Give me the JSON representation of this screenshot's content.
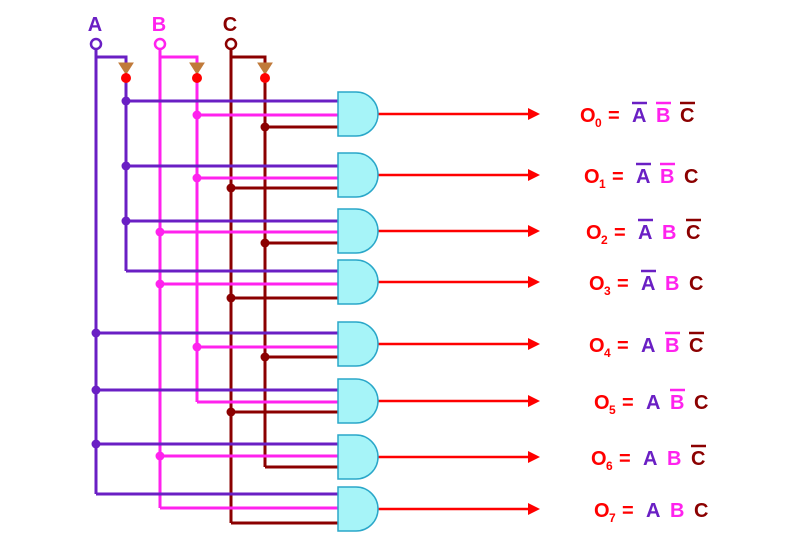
{
  "inputs": [
    {
      "name": "A",
      "color": "#6a1fc4"
    },
    {
      "name": "B",
      "color": "#ff22ee"
    },
    {
      "name": "C",
      "color": "#8b0000"
    }
  ],
  "colors": {
    "A": "#6a1fc4",
    "B": "#ff22ee",
    "C": "#8b0000",
    "output": "#ff0000",
    "gate_fill": "#a6f4f8",
    "gate_stroke": "#2aa7c9",
    "not_gate": "#c07a3a",
    "junction": "#ff0000"
  },
  "outputs": [
    {
      "name": "O",
      "index": "0",
      "eq": "=",
      "terms": [
        {
          "v": "A",
          "bar": true
        },
        {
          "v": "B",
          "bar": true
        },
        {
          "v": "C",
          "bar": true
        }
      ]
    },
    {
      "name": "O",
      "index": "1",
      "eq": "=",
      "terms": [
        {
          "v": "A",
          "bar": true
        },
        {
          "v": "B",
          "bar": true
        },
        {
          "v": "C",
          "bar": false
        }
      ]
    },
    {
      "name": "O",
      "index": "2",
      "eq": "=",
      "terms": [
        {
          "v": "A",
          "bar": true
        },
        {
          "v": "B",
          "bar": false
        },
        {
          "v": "C",
          "bar": true
        }
      ]
    },
    {
      "name": "O",
      "index": "3",
      "eq": "=",
      "terms": [
        {
          "v": "A",
          "bar": true
        },
        {
          "v": "B",
          "bar": false
        },
        {
          "v": "C",
          "bar": false
        }
      ]
    },
    {
      "name": "O",
      "index": "4",
      "eq": "=",
      "terms": [
        {
          "v": "A",
          "bar": false
        },
        {
          "v": "B",
          "bar": true
        },
        {
          "v": "C",
          "bar": true
        }
      ]
    },
    {
      "name": "O",
      "index": "5",
      "eq": "=",
      "terms": [
        {
          "v": "A",
          "bar": false
        },
        {
          "v": "B",
          "bar": true
        },
        {
          "v": "C",
          "bar": false
        }
      ]
    },
    {
      "name": "O",
      "index": "6",
      "eq": "=",
      "terms": [
        {
          "v": "A",
          "bar": false
        },
        {
          "v": "B",
          "bar": false
        },
        {
          "v": "C",
          "bar": true
        }
      ]
    },
    {
      "name": "O",
      "index": "7",
      "eq": "=",
      "terms": [
        {
          "v": "A",
          "bar": false
        },
        {
          "v": "B",
          "bar": false
        },
        {
          "v": "C",
          "bar": false
        }
      ]
    }
  ]
}
